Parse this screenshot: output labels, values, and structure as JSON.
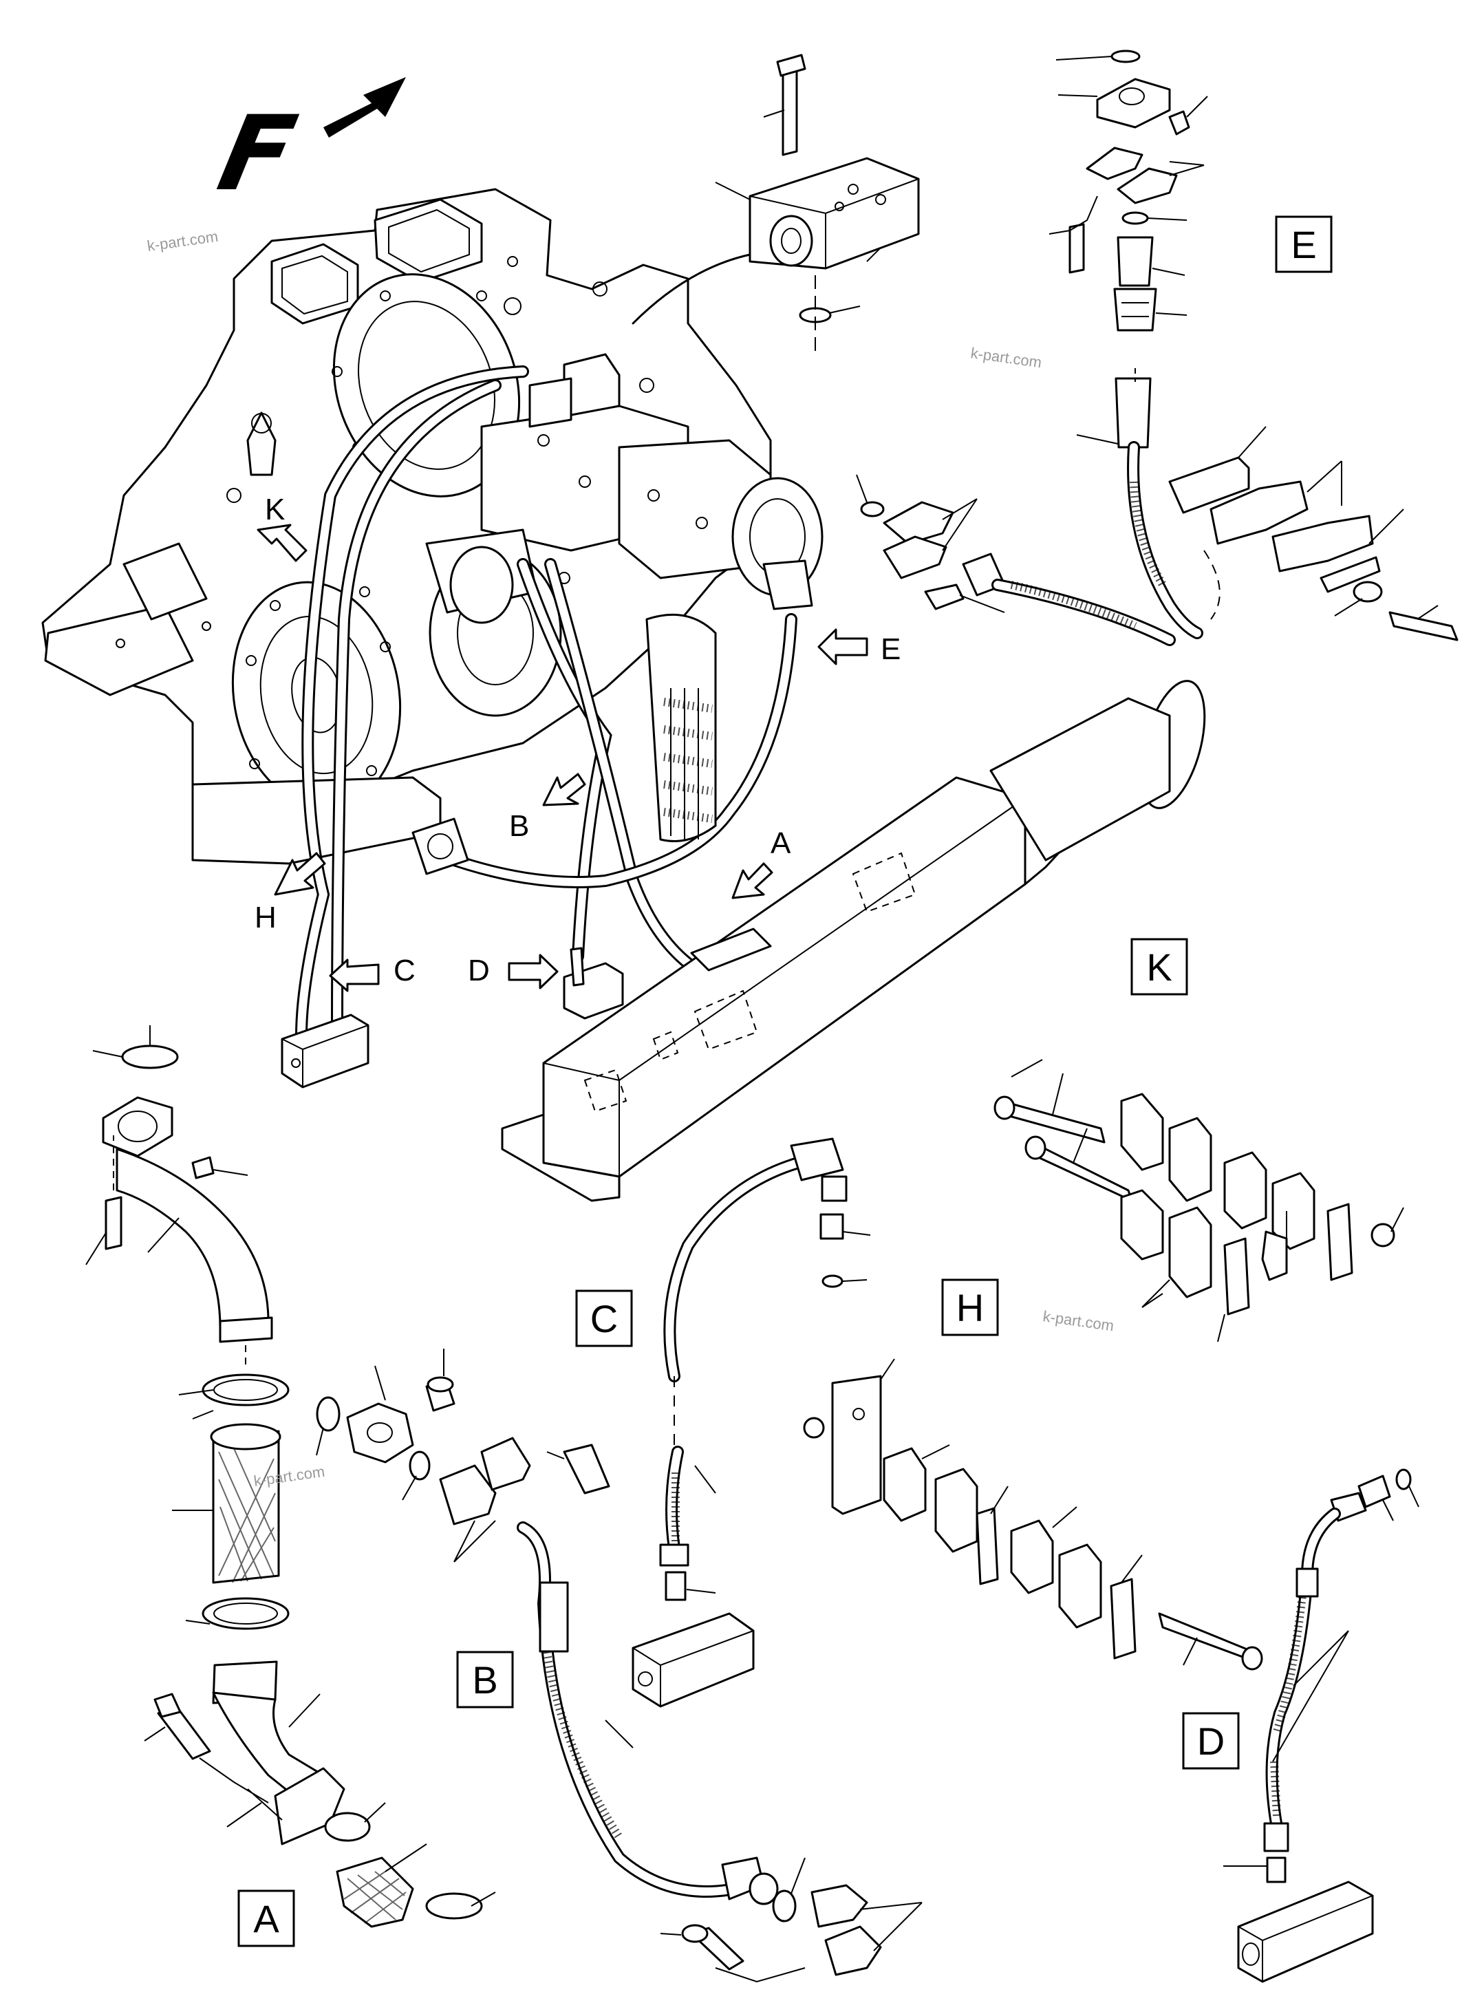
{
  "figure": {
    "orientation_mark": "F",
    "detail_boxes": [
      "A",
      "B",
      "C",
      "D",
      "E",
      "H",
      "K"
    ],
    "view_labels": [
      "A",
      "B",
      "C",
      "D",
      "E",
      "H",
      "K"
    ],
    "watermarks": [
      "k-part.com",
      "k-part.com",
      "k-part.com",
      "k-part.com"
    ]
  }
}
